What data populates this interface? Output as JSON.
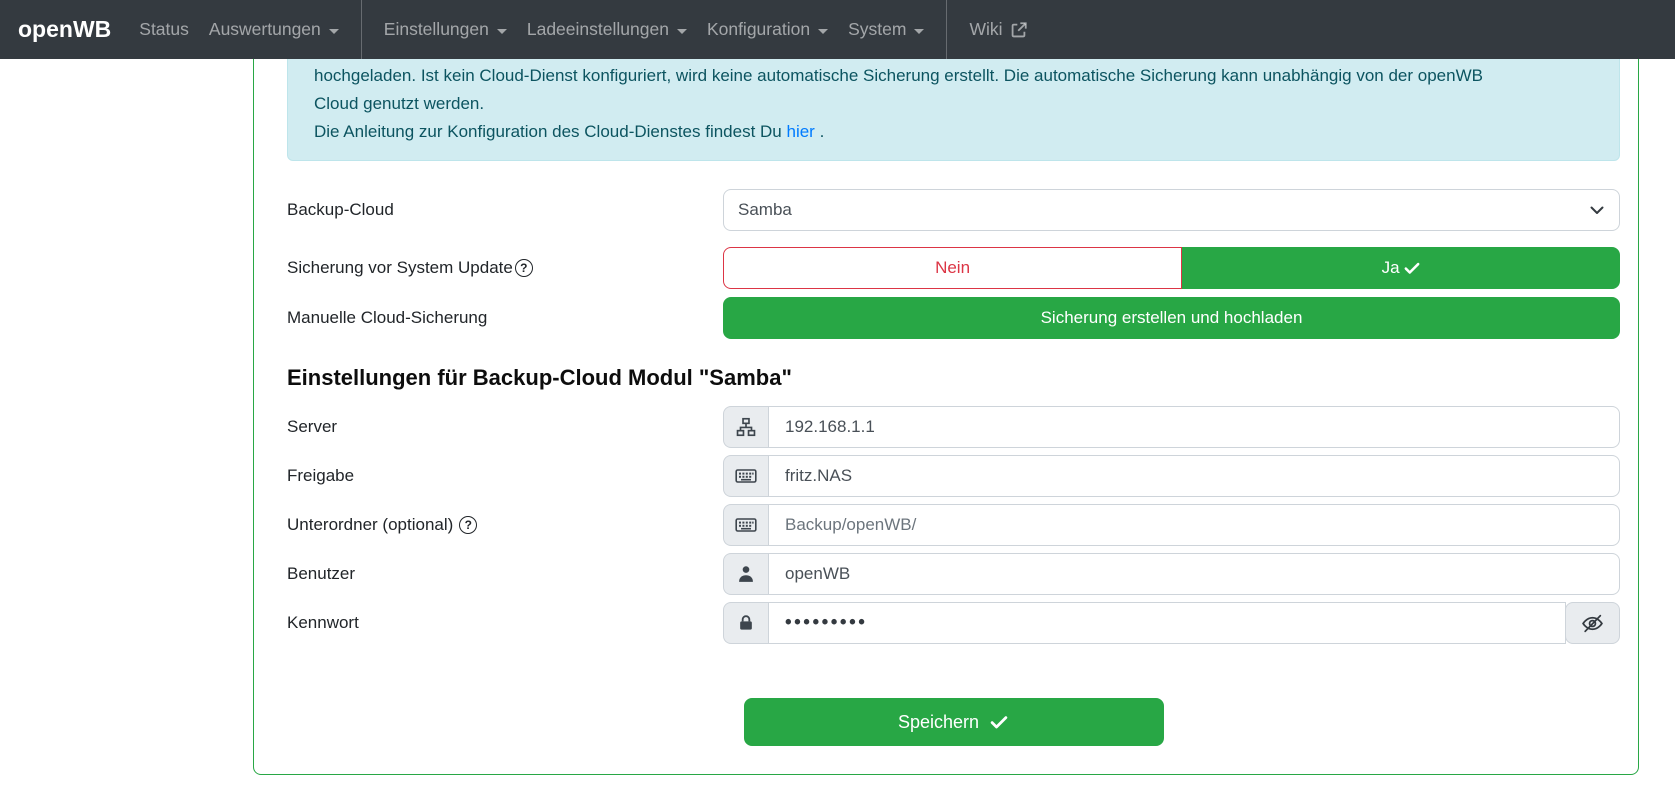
{
  "navbar": {
    "brand": "openWB",
    "items": [
      {
        "label": "Status"
      },
      {
        "label": "Auswertungen",
        "caret": true
      },
      {
        "label": "Einstellungen",
        "caret": true
      },
      {
        "label": "Ladeeinstellungen",
        "caret": true
      },
      {
        "label": "Konfiguration",
        "caret": true
      },
      {
        "label": "System",
        "caret": true
      },
      {
        "label": "Wiki",
        "external": true
      }
    ]
  },
  "alert": {
    "text_line1": "hochgeladen. Ist kein Cloud-Dienst konfiguriert, wird keine automatische Sicherung erstellt. Die automatische Sicherung kann unabhängig von der openWB Cloud genutzt werden.",
    "text_line2": "Die Anleitung zur Konfiguration des Cloud-Dienstes findest Du",
    "link_label": "hier",
    "after_link": "."
  },
  "settings": {
    "backup_cloud_label": "Backup-Cloud",
    "backup_cloud_value": "Samba",
    "pre_update_label": "Sicherung vor System Update",
    "no_label": "Nein",
    "yes_label": "Ja",
    "yes_selected": true,
    "manual_label": "Manuelle Cloud-Sicherung",
    "manual_button": "Sicherung erstellen und hochladen",
    "section_heading": "Einstellungen für Backup-Cloud Modul \"Samba\"",
    "save_button": "Speichern"
  },
  "fields": {
    "server": {
      "label": "Server",
      "icon": "network-icon",
      "value": "192.168.1.1"
    },
    "share": {
      "label": "Freigabe",
      "icon": "keyboard-icon",
      "value": "fritz.NAS"
    },
    "subfolder": {
      "label": "Unterordner (optional)",
      "icon": "keyboard-icon",
      "placeholder": "Backup/openWB/"
    },
    "user": {
      "label": "Benutzer",
      "icon": "person-icon",
      "value": "openWB"
    },
    "password": {
      "label": "Kennwort",
      "icon": "lock-icon",
      "value": "•••••••••"
    }
  },
  "icons": {
    "help": "?"
  },
  "colors": {
    "navbar_bg": "#343a40",
    "success_green": "#28a745",
    "danger_red": "#dc3545",
    "alert_bg": "#d1ecf1",
    "alert_text": "#0c5460",
    "link_blue": "#007bff",
    "input_border": "#ced4da",
    "addon_bg": "#e9ecef"
  }
}
